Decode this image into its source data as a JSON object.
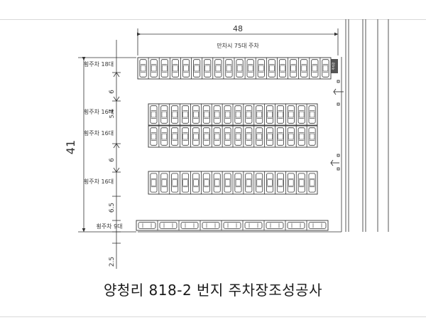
{
  "drawing": {
    "top_dimension": "48",
    "total_caption": "만차시 75대 주차",
    "left_dimension": "41",
    "rows": [
      {
        "label": "횡주차 18대",
        "stalls": 18,
        "kind": "perpendicular"
      },
      {
        "label": "횡주차 16대",
        "stalls": 16,
        "kind": "perpendicular"
      },
      {
        "label": "횡주차 16대",
        "stalls": 16,
        "kind": "perpendicular"
      },
      {
        "label": "횡주차 16대",
        "stalls": 16,
        "kind": "perpendicular"
      },
      {
        "label": "횡주차 9대",
        "stalls": 9,
        "kind": "parallel"
      }
    ],
    "aisle_labels": [
      "6",
      "5.4",
      "6",
      "6.5",
      "2.5"
    ],
    "sign_text": "주차장"
  },
  "title": "양청리  818-2 번지 주차장조성공사",
  "colors": {
    "line": "#333333",
    "sign": "#555555"
  }
}
